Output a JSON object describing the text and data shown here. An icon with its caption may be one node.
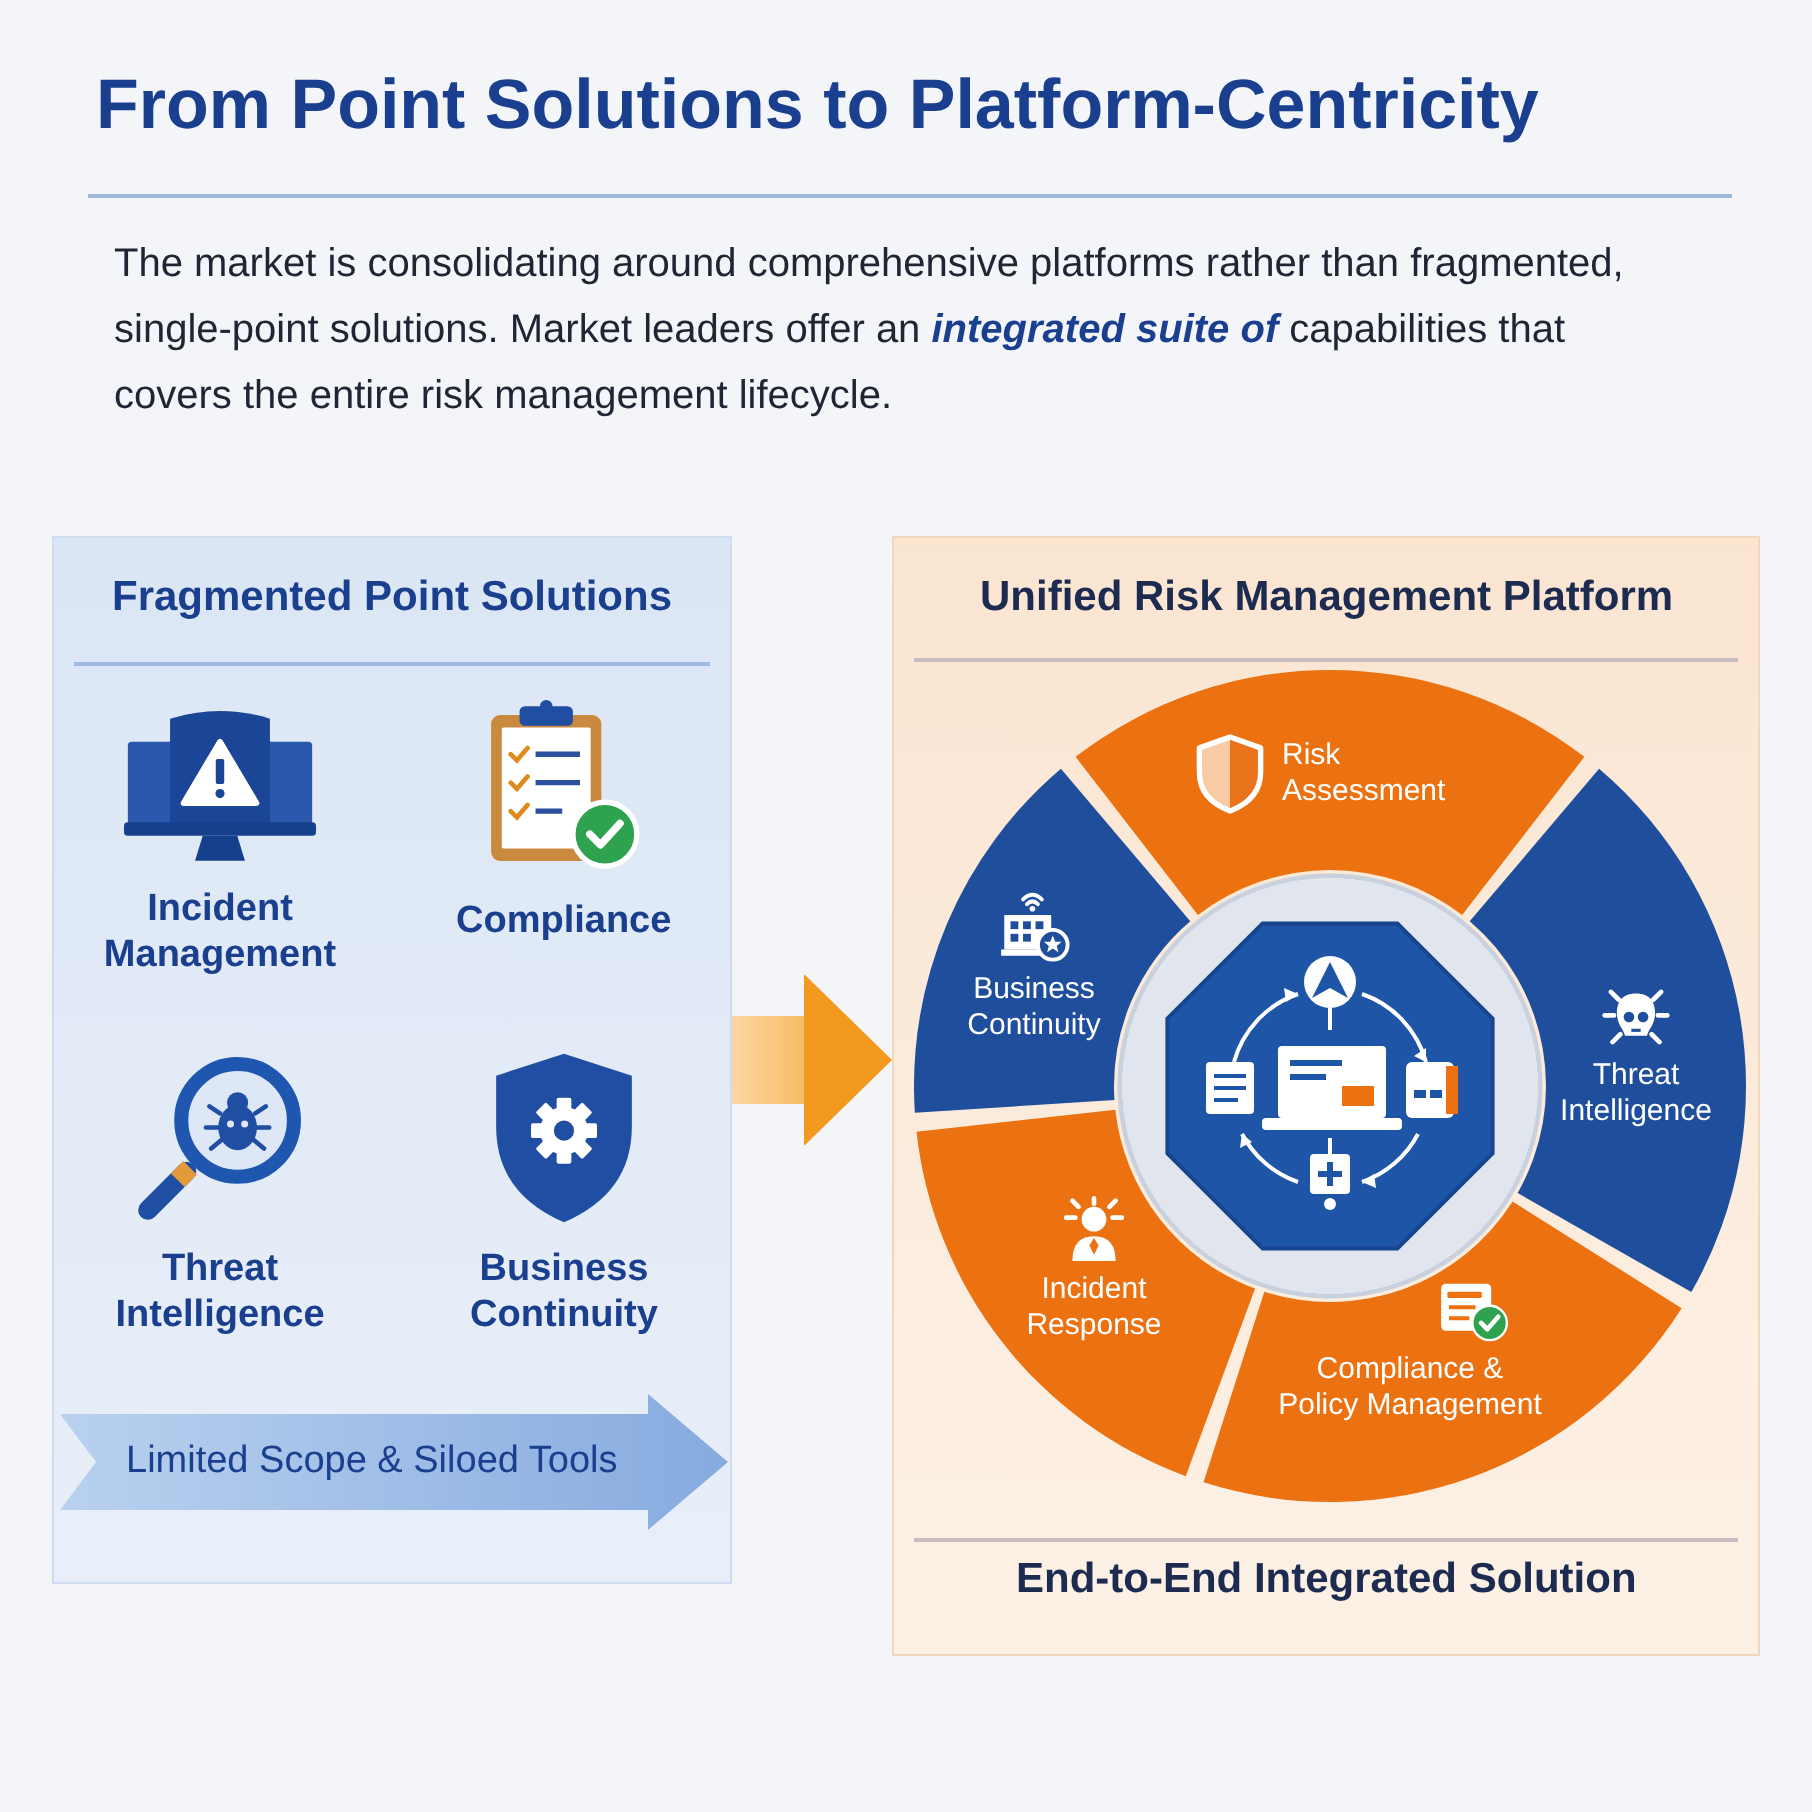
{
  "diagram": {
    "title": "From Point Solutions to Platform-Centricity",
    "nodes": [
      {
        "text": [
          "Fragmented Point Solutions"
        ]
      },
      {
        "text": [
          "Incident Management"
        ],
        "in": 0
      },
      {
        "text": [
          "Compliance"
        ],
        "in": 0
      },
      {
        "text": [
          "Threat Intelligence"
        ],
        "in": 0
      },
      {
        "text": [
          "Business Continuity"
        ],
        "in": 0
      },
      {
        "text": [
          "Limited Scope & Siloed Tools"
        ],
        "in": 0
      },
      {
        "text": [
          "Unified Risk Management Platform",
          "End-to-End Integrated Solution"
        ]
      },
      {
        "text": [
          "Risk Assessment"
        ],
        "in": 6
      },
      {
        "text": [
          "Threat Intelligence"
        ],
        "in": 6
      },
      {
        "text": [
          "Compliance & Policy Management"
        ],
        "in": 6
      },
      {
        "text": [
          "Incident Response"
        ],
        "in": 6
      },
      {
        "text": [
          "Business Continuity"
        ],
        "in": 6
      }
    ],
    "edges": [
      {
        "from": 0,
        "to": 6,
        "arrow": "to",
        "style": "thick"
      }
    ],
    "labels": [
      "The market is consolidating around comprehensive platforms rather than fragmented, single-point solutions. Market leaders offer an **integrated suite of** capabilities that covers the entire risk management lifecycle."
    ]
  }
}
